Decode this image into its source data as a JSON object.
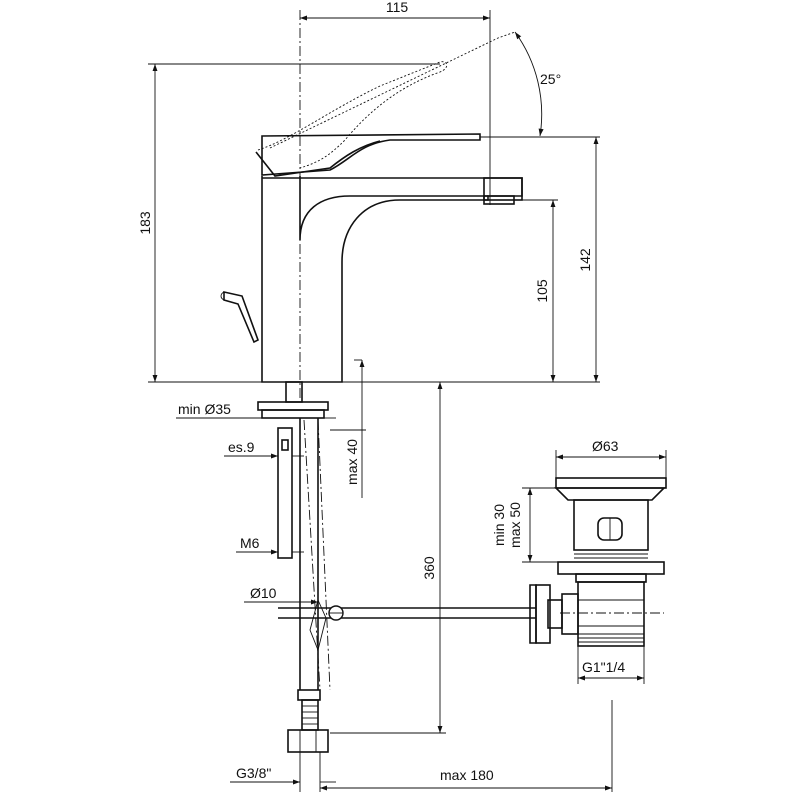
{
  "dimensions": {
    "top_width": "115",
    "lever_angle": "25°",
    "total_height": "183",
    "body_height": "142",
    "spout_height": "105",
    "hole_diameter": "min Ø35",
    "deck_thickness": "es.9",
    "max_deck": "max 40",
    "rod_thread": "M6",
    "pipe_length": "360",
    "rod_diameter": "Ø10",
    "hose_thread": "G3/8\"",
    "max_reach": "max 180",
    "waste_diameter": "Ø63",
    "waste_range_min": "min 30",
    "waste_range_max": "max 50",
    "waste_thread": "G1\"1/4"
  }
}
